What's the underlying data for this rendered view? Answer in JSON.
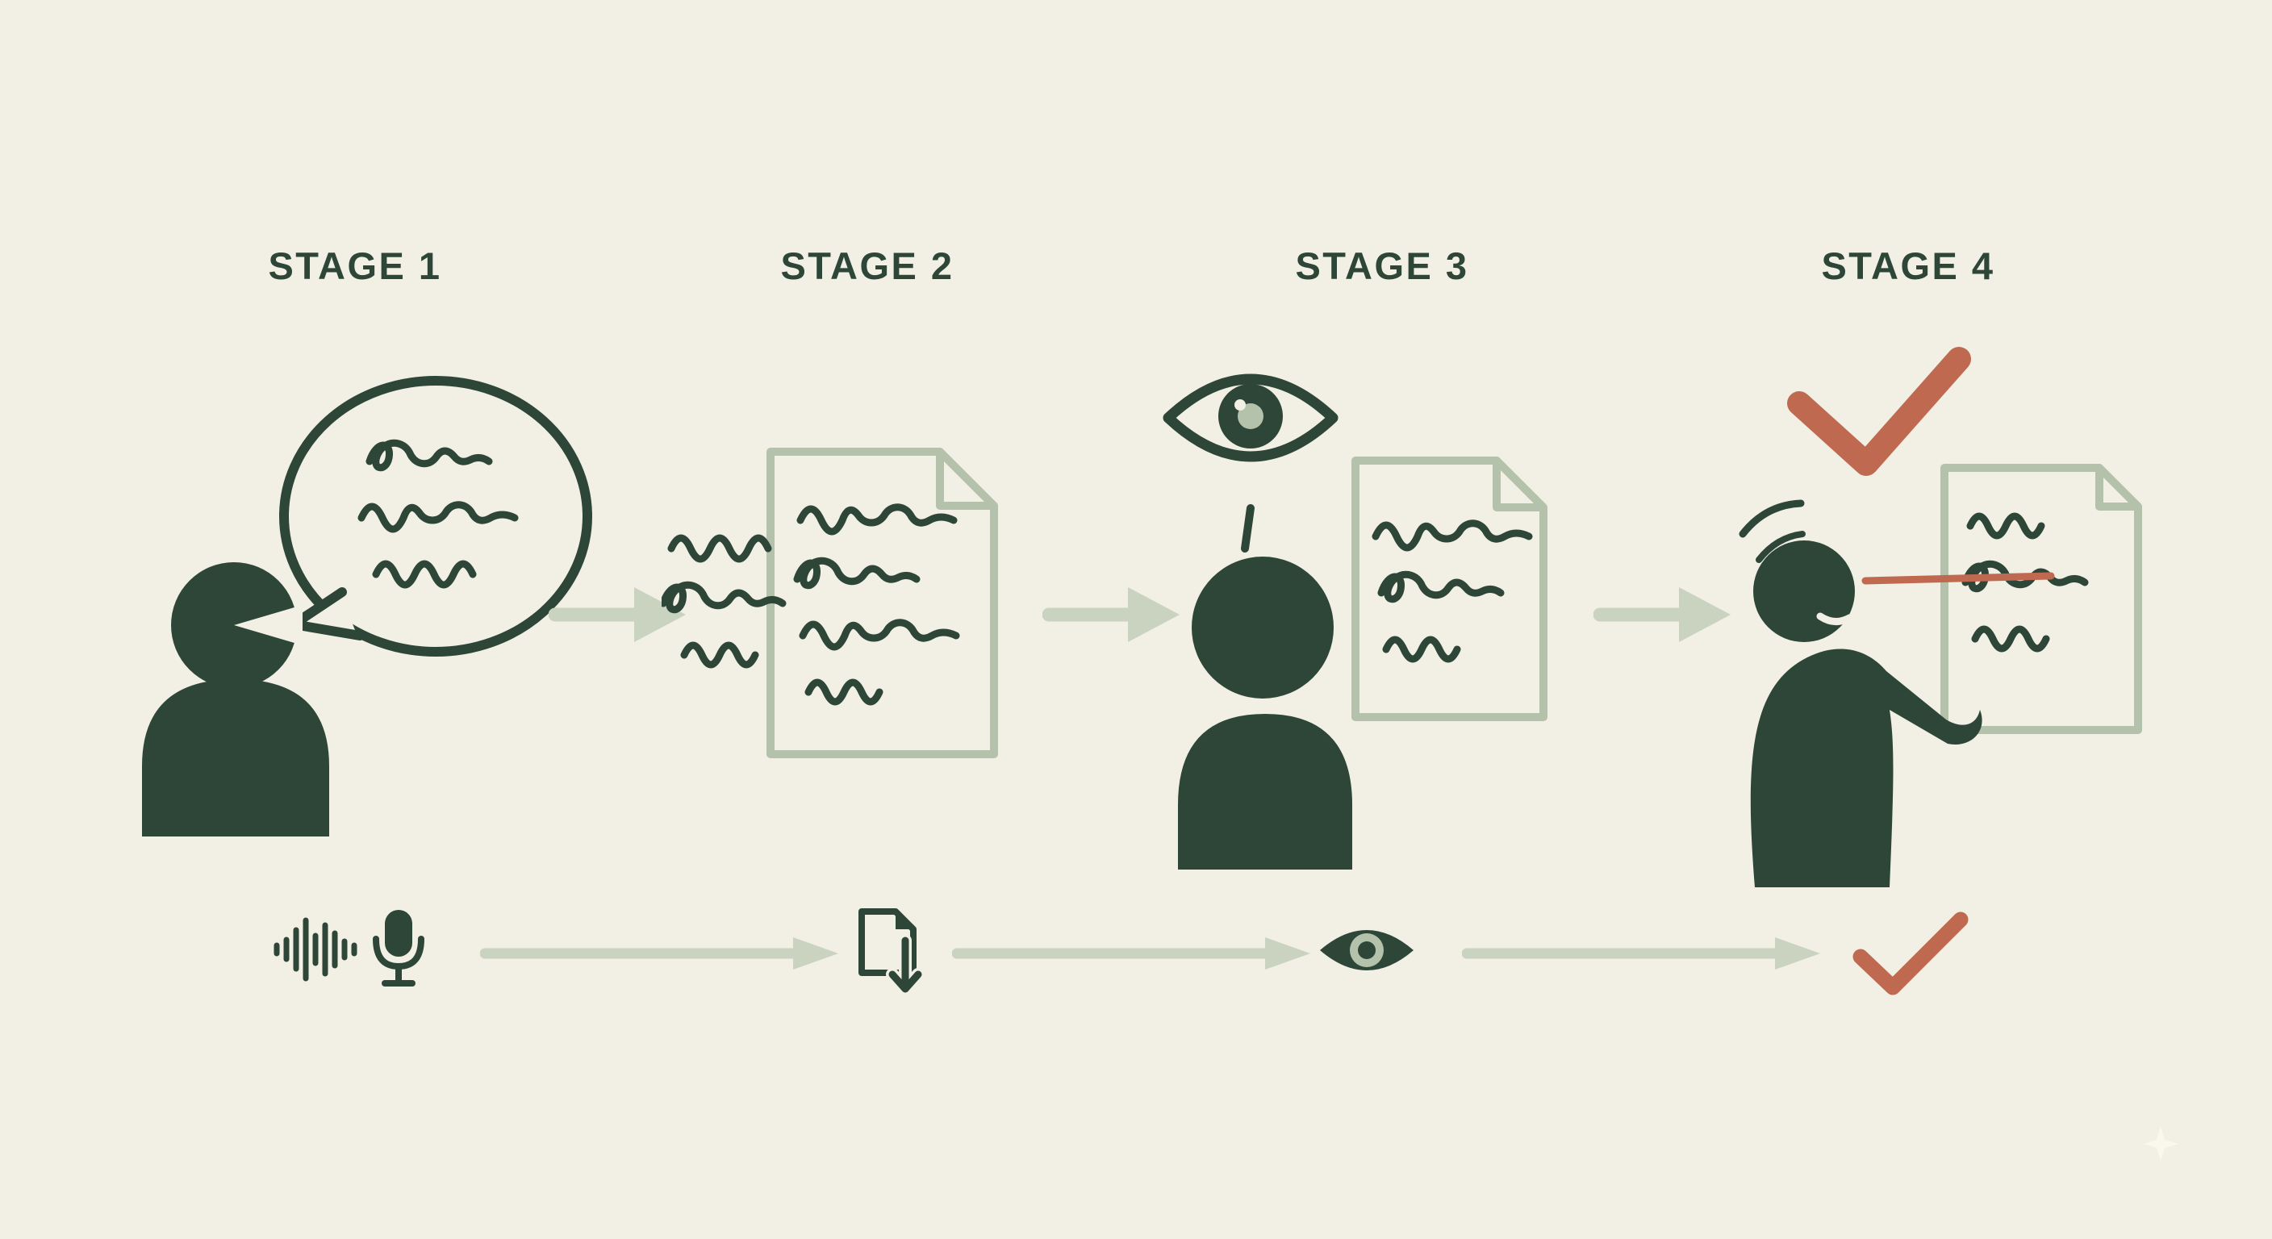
{
  "palette": {
    "bg": "#f2efe4",
    "ink": "#2d4638",
    "sage": "#b4c2ac",
    "arrow": "#c9d3bf",
    "accent": "#bf6a50"
  },
  "stages": [
    {
      "label": "STAGE 1",
      "main_icon": "person-speaking-with-speech-bubble",
      "mini_icon": "waveform-and-microphone"
    },
    {
      "label": "STAGE 2",
      "main_icon": "speech-squiggles-flowing-into-document",
      "mini_icon": "document-with-down-arrow"
    },
    {
      "label": "STAGE 3",
      "main_icon": "person-reviewing-document-with-eye",
      "mini_icon": "eye"
    },
    {
      "label": "STAGE 4",
      "main_icon": "person-receiving-approved-document-with-checkmark",
      "mini_icon": "checkmark"
    }
  ]
}
